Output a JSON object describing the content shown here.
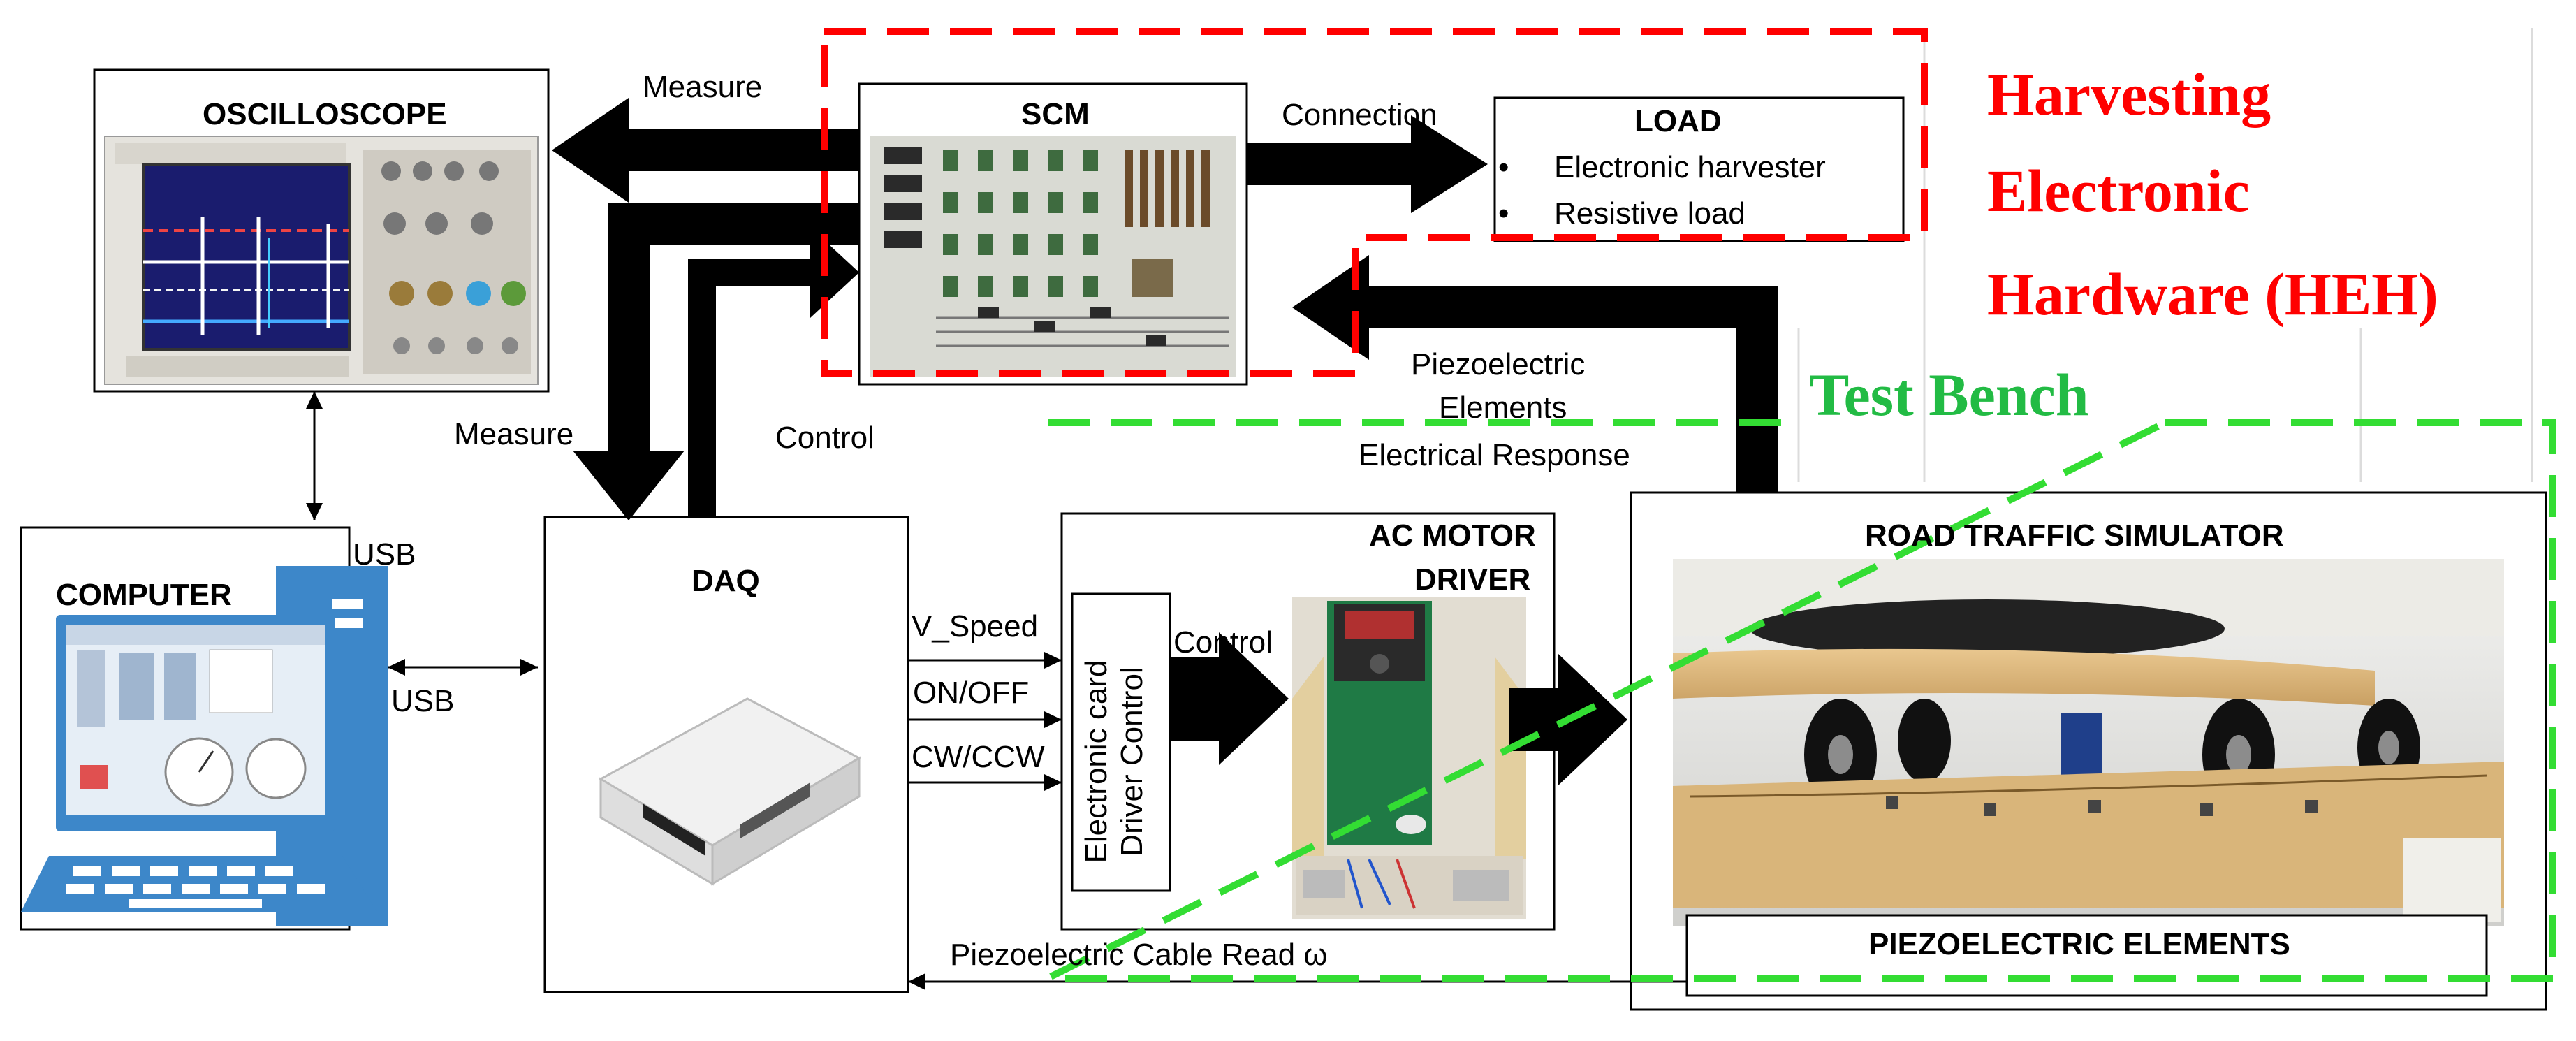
{
  "colors": {
    "heh": "#ff0000",
    "testbench": "#33dd33",
    "testbench_text": "#22bb44",
    "arrow": "#000000",
    "box": "#000000"
  },
  "blocks": {
    "oscilloscope": "OSCILLOSCOPE",
    "scm": "SCM",
    "load": "LOAD",
    "computer": "COMPUTER",
    "daq": "DAQ",
    "ac_motor_line1": "AC MOTOR",
    "ac_motor_line2": "DRIVER",
    "road_sim": "ROAD TRAFFIC SIMULATOR",
    "piezo_elements": "PIEZOELECTRIC ELEMENTS",
    "electronic_card_line1": "Electronic card",
    "electronic_card_line2": "Driver Control"
  },
  "load_items": [
    "Electronic harvester",
    "Resistive load"
  ],
  "labels": {
    "measure_top": "Measure",
    "connection": "Connection",
    "measure_left": "Measure",
    "control_daq": "Control",
    "piezo_response_line1": "Piezoelectric",
    "piezo_response_line2": "Elements",
    "piezo_response_line3": "Electrical Response",
    "usb_vertical": "USB",
    "usb_horizontal": "USB",
    "v_speed": "V_Speed",
    "on_off": "ON/OFF",
    "cw_ccw": "CW/CCW",
    "control_motor": "Control",
    "piezo_cable": "Piezoelectric Cable Read ω"
  },
  "regions": {
    "heh_line1": "Harvesting",
    "heh_line2": "Electronic",
    "heh_line3": "Hardware (HEH)",
    "test_bench": "Test Bench"
  },
  "icons": {
    "oscilloscope_photo": "oscilloscope-photo",
    "scm_photo": "scm-board-photo",
    "computer": "computer-icon",
    "daq_device": "daq-device-icon",
    "motor_driver_photo": "motor-driver-photo",
    "road_sim_photo": "road-simulator-photo"
  }
}
